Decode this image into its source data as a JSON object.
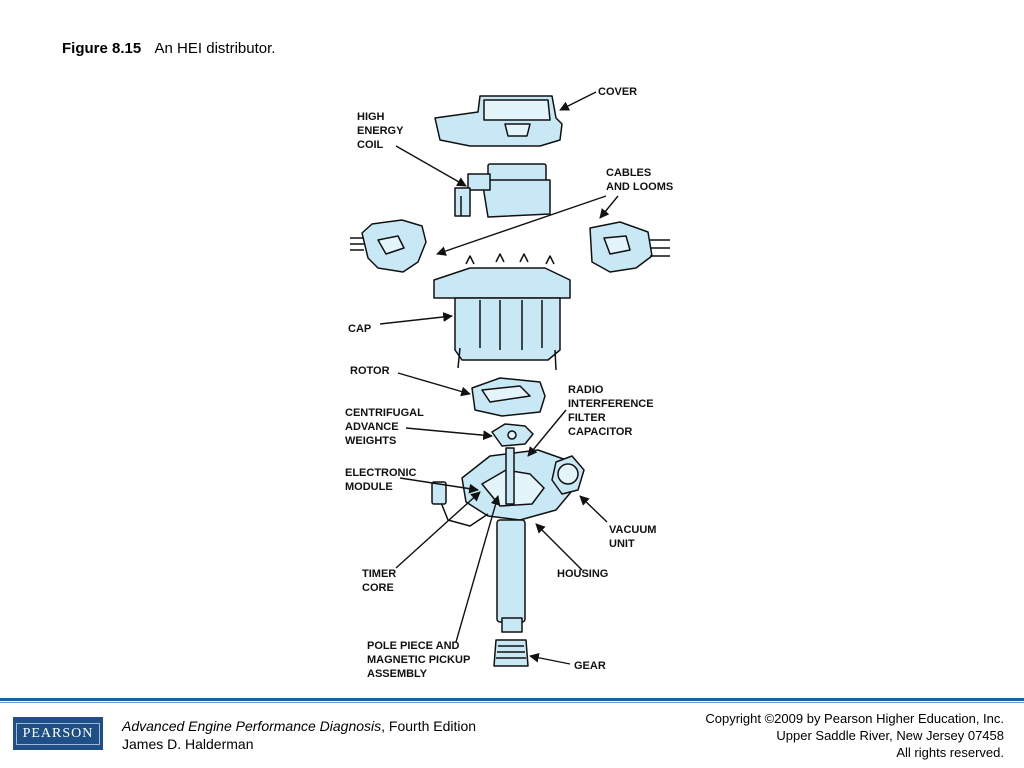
{
  "caption": {
    "figure_label": "Figure 8.15",
    "text": "An HEI distributor."
  },
  "diagram": {
    "fill_color": "#c9e8f5",
    "stroke_color": "#111111",
    "labels": {
      "cover": "COVER",
      "coil_1": "HIGH",
      "coil_2": "ENERGY",
      "coil_3": "COIL",
      "cables_1": "CABLES",
      "cables_2": "AND LOOMS",
      "cap": "CAP",
      "rotor": "ROTOR",
      "radio_1": "RADIO",
      "radio_2": "INTERFERENCE",
      "radio_3": "FILTER",
      "radio_4": "CAPACITOR",
      "cent_1": "CENTRIFUGAL",
      "cent_2": "ADVANCE",
      "cent_3": "WEIGHTS",
      "elec_1": "ELECTRONIC",
      "elec_2": "MODULE",
      "vacuum_1": "VACUUM",
      "vacuum_2": "UNIT",
      "timer_1": "TIMER",
      "timer_2": "CORE",
      "housing": "HOUSING",
      "pole_1": "POLE PIECE AND",
      "pole_2": "MAGNETIC PICKUP",
      "pole_3": "ASSEMBLY",
      "gear": "GEAR"
    }
  },
  "footer": {
    "logo": "PEARSON",
    "book_title": "Advanced Engine Performance Diagnosis",
    "edition": ", Fourth Edition",
    "author": "James D. Halderman",
    "copyright_1": "Copyright ©2009 by Pearson Higher Education, Inc.",
    "copyright_2": "Upper Saddle River, New Jersey 07458",
    "copyright_3": "All rights reserved."
  }
}
